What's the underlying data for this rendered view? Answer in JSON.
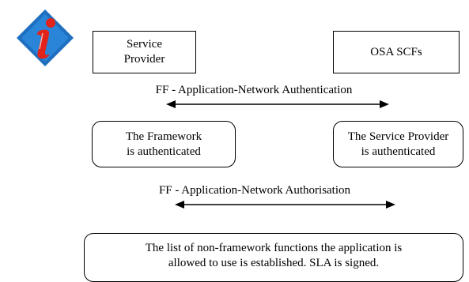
{
  "logo": {
    "icon": "i-info-diamond-logo",
    "colors": {
      "diamond": "#1e6fc0",
      "letter": "#e2231a",
      "accent": "#ffffff"
    }
  },
  "boxes": {
    "service_provider": "Service\nProvider",
    "osa_scfs": "OSA SCFs",
    "framework_authenticated": "The Framework\nis authenticated",
    "service_provider_authenticated": "The Service Provider\nis authenticated",
    "sla_statement": "The list of non-framework functions the application is\nallowed to use is established.  SLA is signed."
  },
  "arrows": {
    "authentication": "FF - Application-Network Authentication",
    "authorisation": "FF - Application-Network Authorisation"
  }
}
